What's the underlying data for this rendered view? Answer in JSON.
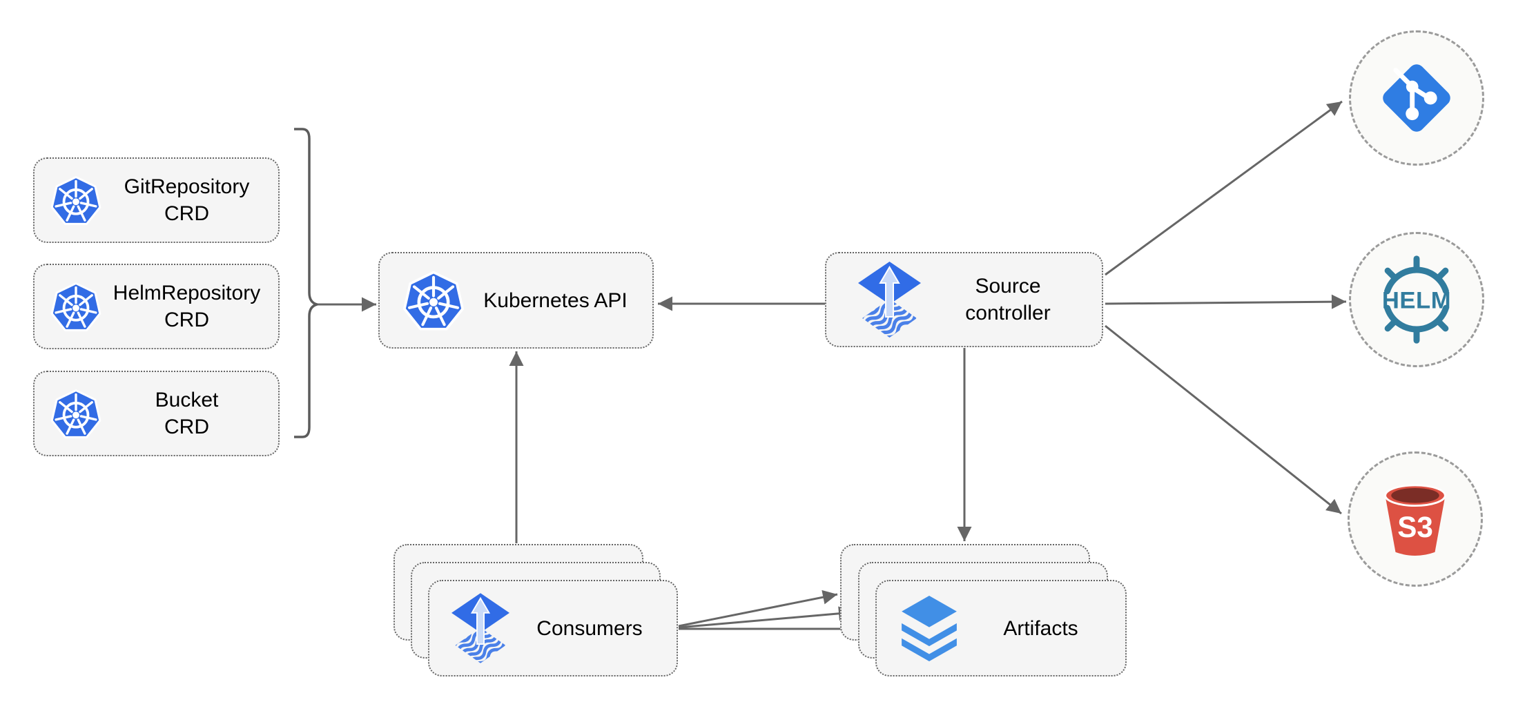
{
  "diagram": {
    "crds": [
      {
        "line1": "GitRepository",
        "line2": "CRD"
      },
      {
        "line1": "HelmRepository",
        "line2": "CRD"
      },
      {
        "line1": "Bucket",
        "line2": "CRD"
      }
    ],
    "kubernetes_api": {
      "label": "Kubernetes API"
    },
    "source_controller": {
      "line1": "Source",
      "line2": "controller"
    },
    "consumers": {
      "label": "Consumers"
    },
    "artifacts": {
      "label": "Artifacts"
    },
    "externals": {
      "git": {
        "icon": "git-icon"
      },
      "helm": {
        "icon": "helm-icon",
        "text": "HELM"
      },
      "s3": {
        "icon": "s3-bucket-icon",
        "text": "S3"
      }
    },
    "edges": [
      {
        "from": "crd-group-bracket",
        "to": "kubernetes-api"
      },
      {
        "from": "source-controller",
        "to": "kubernetes-api"
      },
      {
        "from": "consumers",
        "to": "kubernetes-api"
      },
      {
        "from": "source-controller",
        "to": "artifacts"
      },
      {
        "from": "source-controller",
        "to": "git"
      },
      {
        "from": "source-controller",
        "to": "helm"
      },
      {
        "from": "source-controller",
        "to": "s3"
      },
      {
        "from": "consumers",
        "to": "artifacts"
      }
    ],
    "colors": {
      "kubernetes_blue": "#326CE5",
      "flux_blue": "#316CE6",
      "flux_arrow_light": "#C9DAF8",
      "git_blue": "#2F7DE3",
      "helm_teal": "#317C9E",
      "s3_red": "#DD5143",
      "s3_dark_red": "#7B2D26",
      "layers_blue": "#418FE6",
      "arrow_gray": "#666666",
      "box_fill": "#F5F5F5"
    }
  }
}
